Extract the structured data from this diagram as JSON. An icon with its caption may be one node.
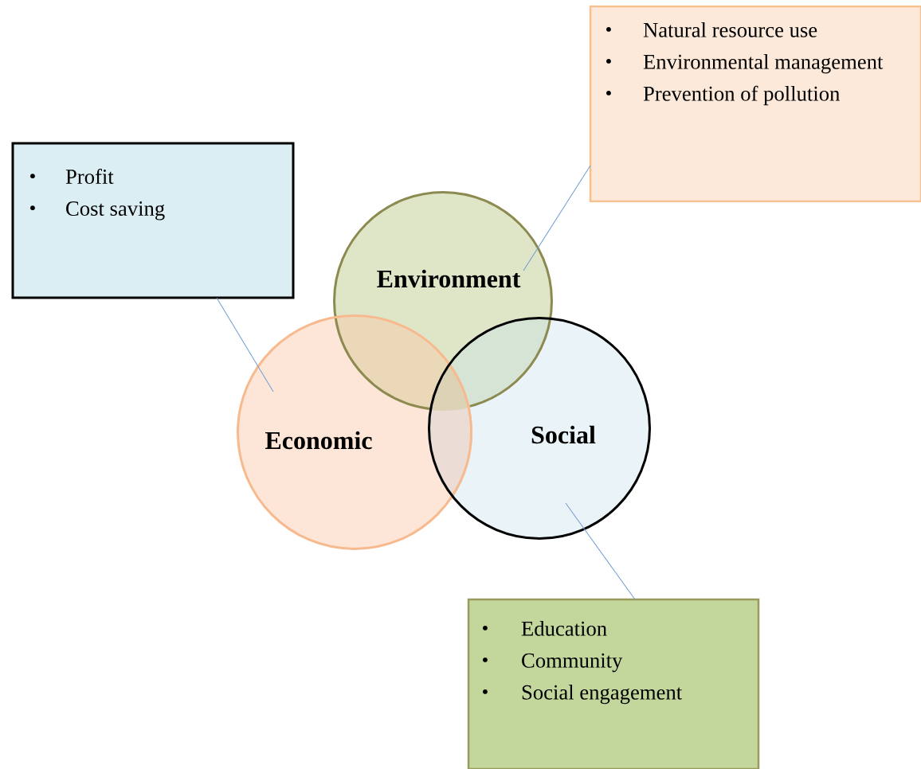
{
  "diagram": {
    "nodes": [
      {
        "text": [
          "Profit",
          "Cost saving"
        ]
      },
      {
        "text": [
          "Natural resource use",
          "Environmental management",
          "Prevention of pollution"
        ]
      },
      {
        "text": [
          "Environment"
        ]
      },
      {
        "text": [
          "Economic"
        ]
      },
      {
        "text": [
          "Social"
        ]
      },
      {
        "text": [
          "Education",
          "Community",
          "Social engagement"
        ]
      }
    ],
    "edges": [
      {
        "from": 0,
        "to": 3,
        "arrow": "none"
      },
      {
        "from": 1,
        "to": 2,
        "arrow": "none"
      },
      {
        "from": 4,
        "to": 5,
        "arrow": "none"
      }
    ]
  }
}
